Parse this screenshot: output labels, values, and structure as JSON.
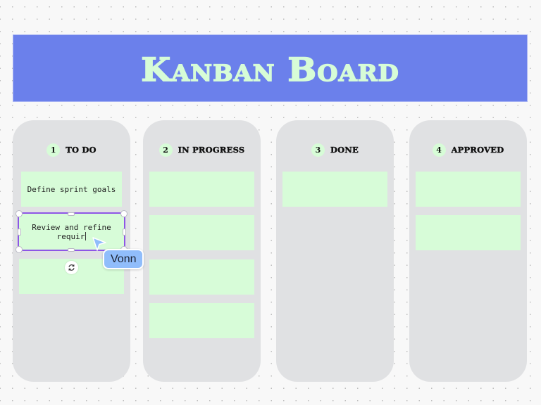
{
  "board": {
    "title": "Kanban Board",
    "colors": {
      "banner": "#6b80eb",
      "title_text": "#d7fcd7",
      "column_bg": "#e0e1e3",
      "card_bg": "#d7fcd8",
      "selection": "#8e56e6",
      "collaborator_cursor": "#90bdfb"
    }
  },
  "columns": [
    {
      "number": "1",
      "title": "TO DO",
      "cards": [
        {
          "text": "Define sprint goals"
        },
        {
          "text": "Review and refine requir",
          "selected": true,
          "editing": true
        },
        {
          "text": ""
        }
      ]
    },
    {
      "number": "2",
      "title": "IN PROGRESS",
      "cards": [
        {
          "text": ""
        },
        {
          "text": ""
        },
        {
          "text": ""
        },
        {
          "text": ""
        }
      ]
    },
    {
      "number": "3",
      "title": "DONE",
      "cards": [
        {
          "text": ""
        }
      ]
    },
    {
      "number": "4",
      "title": "APPROVED",
      "cards": [
        {
          "text": ""
        },
        {
          "text": ""
        }
      ]
    }
  ],
  "collaborator": {
    "name": "Vonn",
    "icon": "cursor-arrow-icon"
  },
  "selection_tools": {
    "rotate_icon": "rotate-icon"
  }
}
